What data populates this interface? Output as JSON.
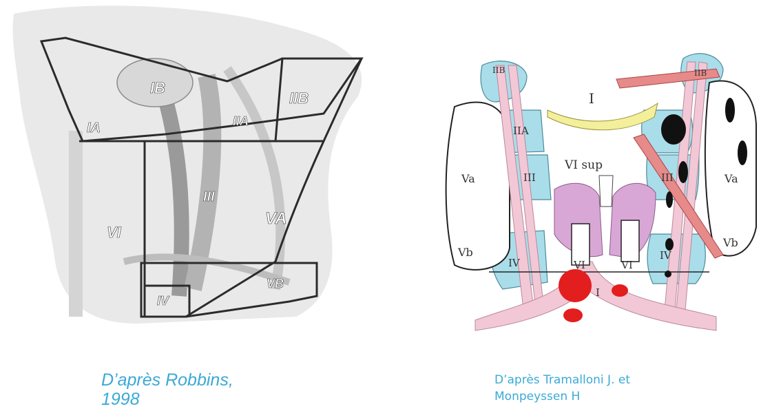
{
  "left_figure": {
    "labels": {
      "ib": "IB",
      "ia": "IA",
      "iia": "IIA",
      "iib": "IIB",
      "iii": "III",
      "va": "VA",
      "vb": "VB",
      "vi": "VI",
      "iv": "IV"
    },
    "caption_line1": "D’après Robbins,",
    "caption_line2": "1998"
  },
  "right_figure": {
    "labels": {
      "i": "I",
      "iib_left": "IIB",
      "iib_right": "IIB",
      "iia": "IIA",
      "vi_sup": "VI sup",
      "iii_left": "III",
      "iii_right": "III",
      "va_left": "Va",
      "va_right": "Va",
      "vb_left": "Vb",
      "vb_right": "Vb",
      "iv_left": "IV",
      "iv_right": "IV",
      "vi_low_left": "VI",
      "vi_low_right": "VI",
      "i_low": "I"
    },
    "caption_line1": "D’après Tramalloni J. et",
    "caption_line2": "Monpeyssen H"
  },
  "colors": {
    "caption": "#3ba9d6",
    "zone_blue": "#a9dde9",
    "vessel_pink": "#f3c8d6",
    "gland_purple": "#d9a7d6",
    "node_red": "#e31e1e",
    "node_black": "#111111",
    "hyoid_yellow": "#f3ef9a",
    "muscle_red": "#e68a8a"
  }
}
